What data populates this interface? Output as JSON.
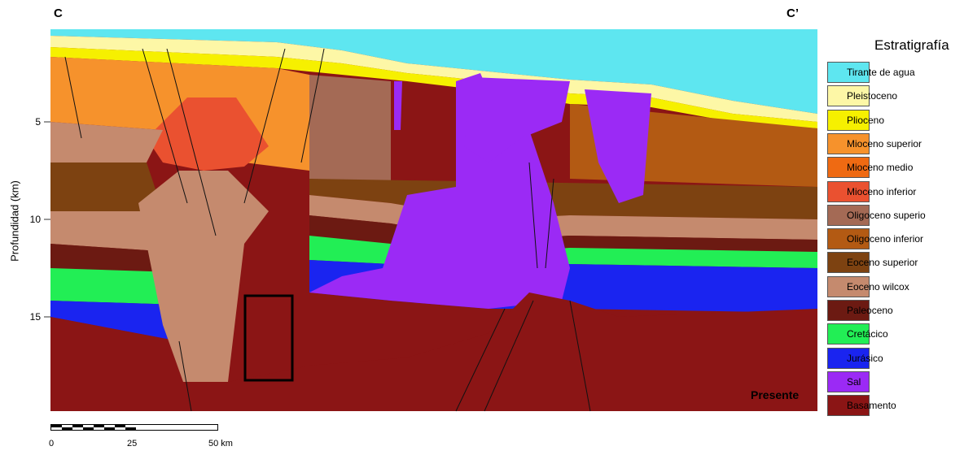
{
  "section": {
    "start_label": "C",
    "end_label": "C’",
    "y_axis_label": "Profundidad (km)",
    "y_ticks": [
      "5",
      "10",
      "15"
    ],
    "stage_label": "Presente"
  },
  "legend": {
    "title": "Estratigrafía",
    "items": [
      {
        "label": "Tirante de agua",
        "color": "#5ee6f0"
      },
      {
        "label": "Pleistoceno",
        "color": "#fdf7a6"
      },
      {
        "label": "Plioceno",
        "color": "#f6f000"
      },
      {
        "label": "Mioceno superior",
        "color": "#f6922c"
      },
      {
        "label": "Mioceno medio",
        "color": "#ef6a12"
      },
      {
        "label": "Mioceno  inferior",
        "color": "#ea5130"
      },
      {
        "label": "Oligoceno superio",
        "color": "#a46a55"
      },
      {
        "label": "Oligoceno inferior",
        "color": "#b35a13"
      },
      {
        "label": "Eoceno superior",
        "color": "#7d4211"
      },
      {
        "label": "Eoceno wilcox",
        "color": "#c58a6e"
      },
      {
        "label": "Paleoceno",
        "color": "#6c1a12"
      },
      {
        "label": "Cretácico",
        "color": "#22ee55"
      },
      {
        "label": "Jurásico",
        "color": "#1a24f0"
      },
      {
        "label": "Sal",
        "color": "#9b2af5"
      },
      {
        "label": "Basamento",
        "color": "#8b1515"
      }
    ]
  },
  "scale_bar": {
    "ticks": [
      "0",
      "25",
      "50 km"
    ]
  }
}
